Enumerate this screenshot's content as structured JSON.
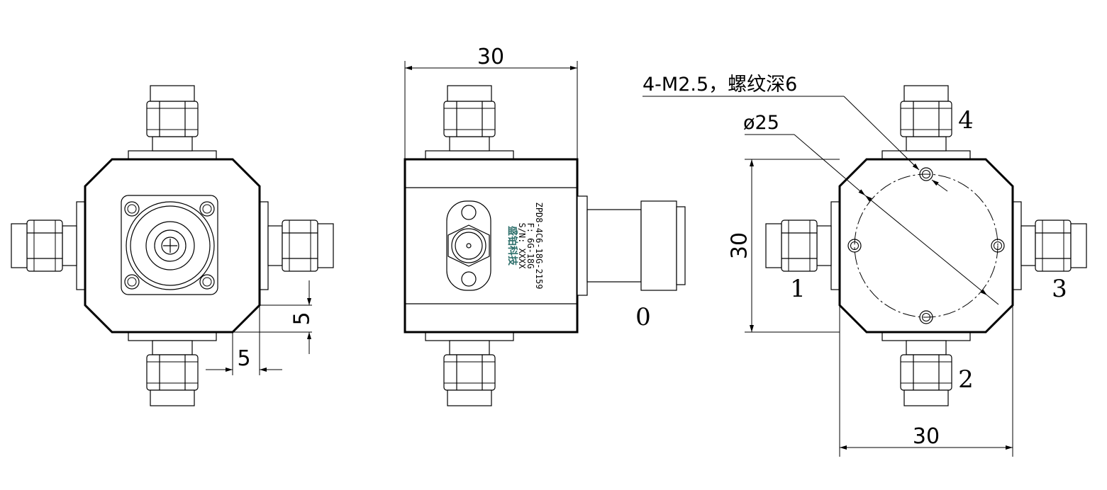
{
  "dimensions": {
    "top_view_width": "30",
    "right_view_height": "30",
    "right_view_width": "30",
    "offset_x": "5",
    "offset_y": "5"
  },
  "annotations": {
    "thread_note": "4-M2.5，螺纹深6",
    "circle_diameter": "ø25"
  },
  "port_labels": {
    "port0": "0",
    "port1": "1",
    "port2": "2",
    "port3": "3",
    "port4": "4"
  },
  "side_marking": {
    "line1": "ZPD8-4C6-18G-2159",
    "line2": "F: 6G-18G",
    "line3": "S/N: XXXX",
    "logo": "盛铂科技"
  }
}
